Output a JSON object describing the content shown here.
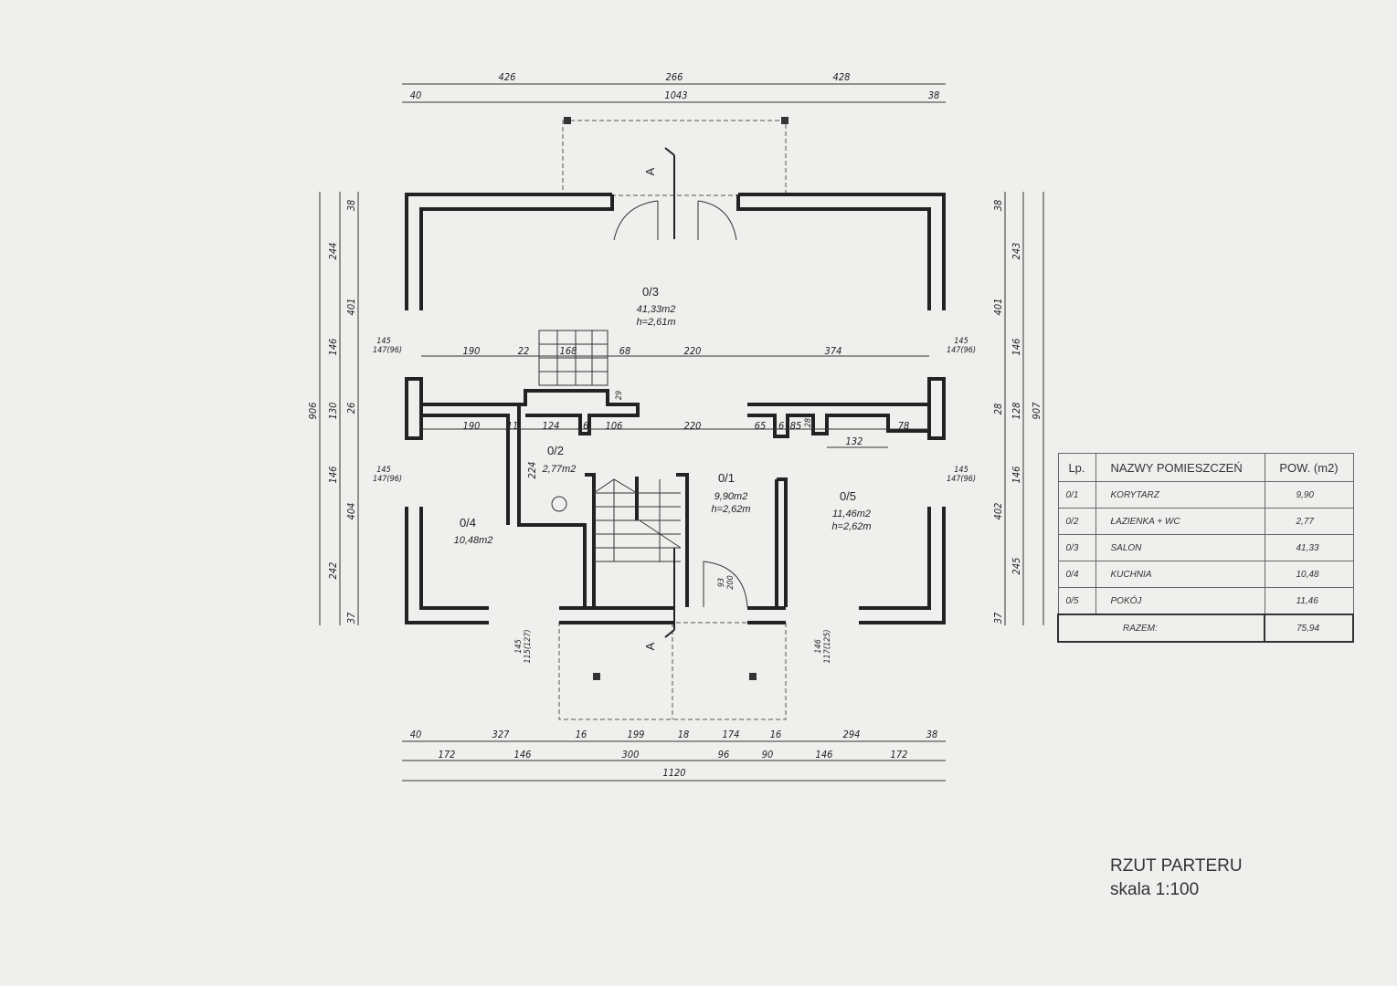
{
  "drawing_title": "RZUT PARTERU",
  "scale": "skala 1:100",
  "section_mark": "A",
  "dims": {
    "top1": [
      "426",
      "266",
      "428"
    ],
    "top2": [
      "40",
      "1043",
      "38"
    ],
    "bot1": [
      "40",
      "327",
      "16",
      "199",
      "18",
      "174",
      "16",
      "294",
      "38"
    ],
    "bot2": [
      "172",
      "146",
      "300",
      "96",
      "90",
      "146",
      "172"
    ],
    "bot3": "1120",
    "left_total": "906",
    "left": [
      "38",
      "244",
      "401",
      "146",
      "26",
      "130",
      "146",
      "404",
      "242",
      "37"
    ],
    "right_total": "907",
    "right": [
      "38",
      "243",
      "401",
      "146",
      "28",
      "128",
      "146",
      "402",
      "245",
      "37"
    ],
    "row1": [
      "190",
      "22",
      "168",
      "68",
      "220",
      "374"
    ],
    "row2": [
      "190",
      "11",
      "124",
      "16",
      "106",
      "220",
      "65",
      "16",
      "85",
      "78"
    ],
    "extra": {
      "d132": "132",
      "d224": "224",
      "d29": "29",
      "d28": "28",
      "door_a": "93",
      "door_b": "200"
    },
    "windows": {
      "w_a": "145",
      "w_b": "147(96)",
      "wb1_a": "145",
      "wb1_b": "115(127)",
      "wb2_a": "146",
      "wb2_b": "117(125)"
    }
  },
  "rooms": [
    {
      "id": "0/1",
      "area": "9,90m2",
      "height": "h=2,62m"
    },
    {
      "id": "0/2",
      "area": "2,77m2"
    },
    {
      "id": "0/3",
      "area": "41,33m2",
      "height": "h=2,61m"
    },
    {
      "id": "0/4",
      "area": "10,48m2"
    },
    {
      "id": "0/5",
      "area": "11,46m2",
      "height": "h=2,62m"
    }
  ],
  "legend": {
    "headers": [
      "Lp.",
      "NAZWY POMIESZCZEŃ",
      "POW. (m2)"
    ],
    "rows": [
      [
        "0/1",
        "KORYTARZ",
        "9,90"
      ],
      [
        "0/2",
        "ŁAZIENKA + WC",
        "2,77"
      ],
      [
        "0/3",
        "SALON",
        "41,33"
      ],
      [
        "0/4",
        "KUCHNIA",
        "10,48"
      ],
      [
        "0/5",
        "POKÓJ",
        "11,46"
      ]
    ],
    "total_label": "RAZEM:",
    "total_value": "75,94"
  }
}
